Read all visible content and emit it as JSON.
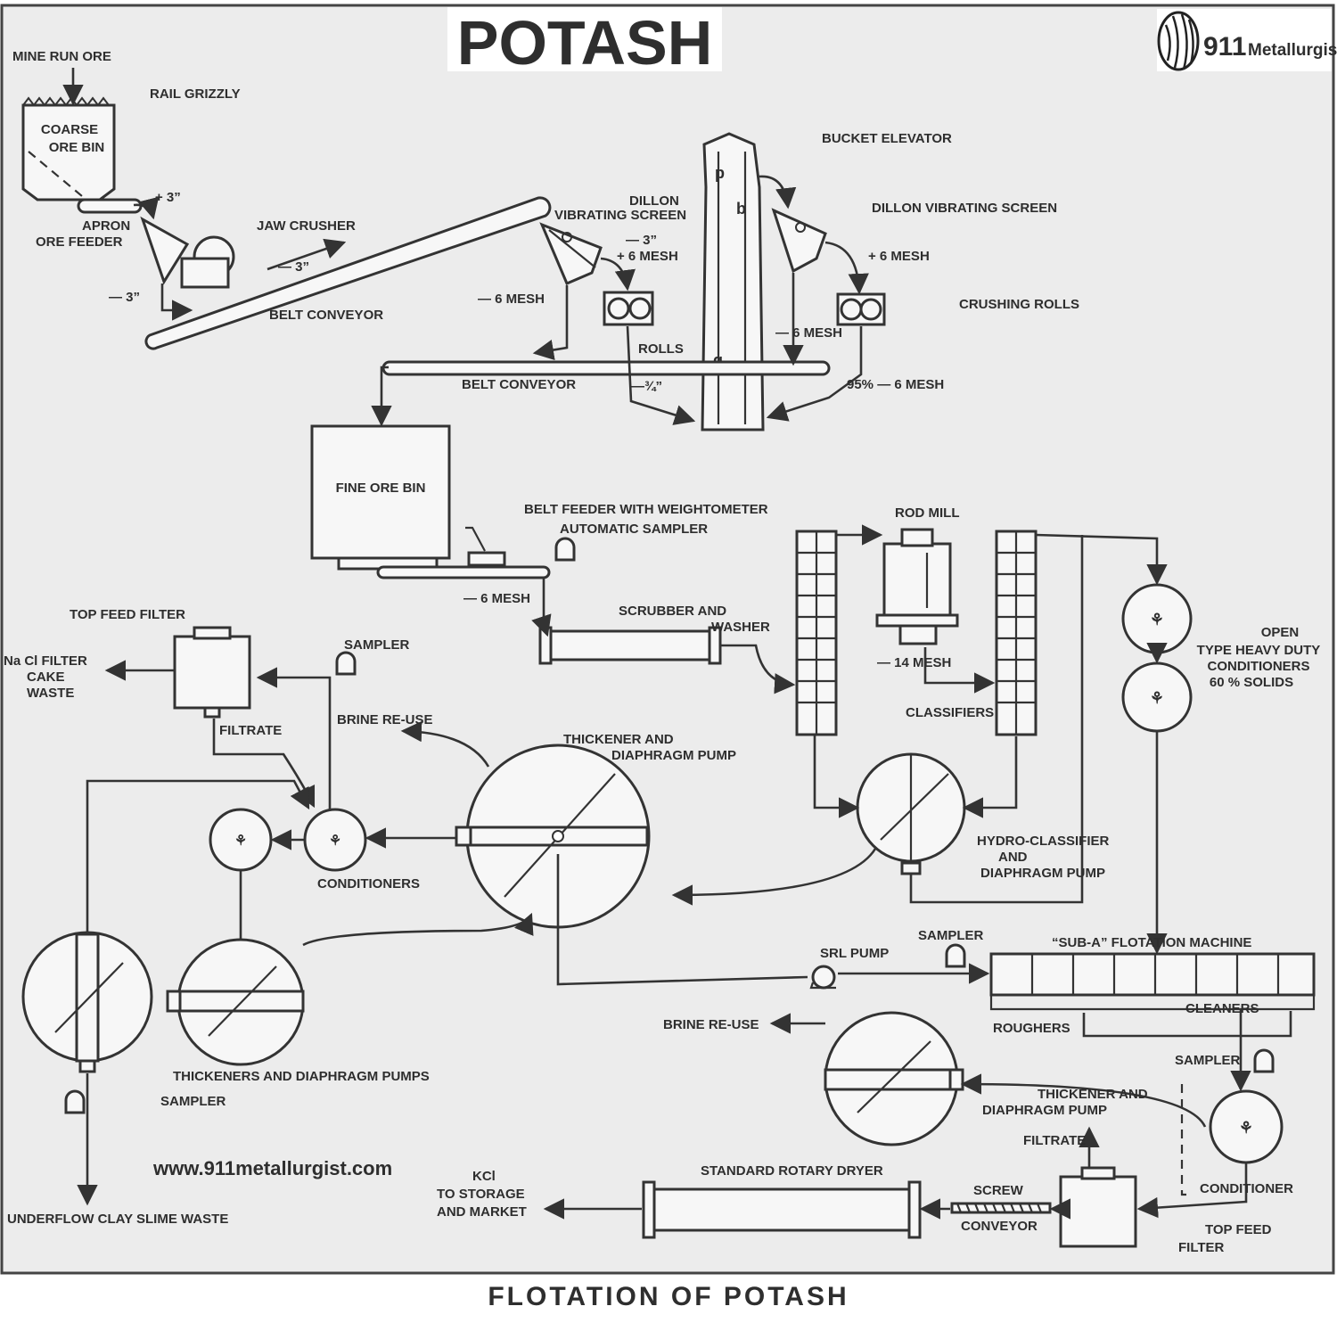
{
  "title": "POTASH",
  "subtitle": "FLOTATION OF POTASH",
  "logo": {
    "number": "911",
    "name": "Metallurgist"
  },
  "website": "www.911metallurgist.com",
  "labels": {
    "mine_run_ore": "MINE RUN ORE",
    "rail_grizzly": "RAIL GRIZZLY",
    "coarse": "COARSE",
    "ore_bin": "ORE BIN",
    "plus3a": "+ 3”",
    "apron": "APRON",
    "ore_feeder": "ORE FEEDER",
    "jaw_crusher": "JAW CRUSHER",
    "minus3a": "— 3”",
    "minus3b": "— 3”",
    "belt_conveyor_1": "BELT CONVEYOR",
    "dillon1": "DILLON",
    "vib_screen1": "VIBRATING SCREEN",
    "minus3c": "— 3”",
    "plus6mesh1": "+ 6 MESH",
    "minus6mesh1": "— 6 MESH",
    "bucket_elevator": "BUCKET ELEVATOR",
    "dillon_vib_screen": "DILLON VIBRATING SCREEN",
    "plus6mesh2": "+ 6 MESH",
    "crushing_rolls": "CRUSHING ROLLS",
    "minus6mesh2": "— 6 MESH",
    "rolls": "ROLLS",
    "belt_conveyor_2": "BELT CONVEYOR",
    "minus34": "—¾”",
    "pct95": "95% — 6 MESH",
    "fine_ore_bin": "FINE ORE BIN",
    "belt_feeder": "BELT FEEDER WITH WEIGHTOMETER",
    "auto_sampler": "AUTOMATIC SAMPLER",
    "minus6mesh3": "— 6 MESH",
    "rod_mill": "ROD MILL",
    "scrubber": "SCRUBBER AND",
    "washer": "WASHER",
    "minus14mesh": "— 14 MESH",
    "classifiers": "CLASSIFIERS",
    "open": "OPEN",
    "type_heavy": "TYPE HEAVY DUTY",
    "conditioners_r": "CONDITIONERS",
    "solids": "60 % SOLIDS",
    "top_feed_filter_1": "TOP FEED FILTER",
    "nacl1": "Na Cl FILTER",
    "nacl2": "CAKE",
    "nacl3": "WASTE",
    "sampler1": "SAMPLER",
    "filtrate1": "FILTRATE",
    "brine1": "BRINE RE-USE",
    "thick1a": "THICKENER AND",
    "thick1b": "DIAPHRAGM PUMP",
    "conditioners_c": "CONDITIONERS",
    "hydro1": "HYDRO-CLASSIFIER",
    "hydro2": "AND",
    "hydro3": "DIAPHRAGM PUMP",
    "sampler2": "SAMPLER",
    "srl_pump": "SRL PUMP",
    "sub_a": "“SUB-A” FLOTATION MACHINE",
    "cleaners": "CLEANERS",
    "roughers": "ROUGHERS",
    "thickeners_pumps": "THICKENERS AND DIAPHRAGM PUMPS",
    "sampler3": "SAMPLER",
    "brine2": "BRINE RE-USE",
    "sampler4": "SAMPLER",
    "thick2a": "THICKENER AND",
    "thick2b": "DIAPHRAGM PUMP",
    "filtrate2": "FILTRATE",
    "kcl1": "KCl",
    "kcl2": "TO STORAGE",
    "kcl3": "AND MARKET",
    "dryer": "STANDARD ROTARY DRYER",
    "screw": "SCREW",
    "conveyor": "CONVEYOR",
    "conditioner": "CONDITIONER",
    "top_feed_filter_2a": "TOP FEED",
    "top_feed_filter_2b": "FILTER",
    "underflow": "UNDERFLOW CLAY SLIME WASTE"
  }
}
